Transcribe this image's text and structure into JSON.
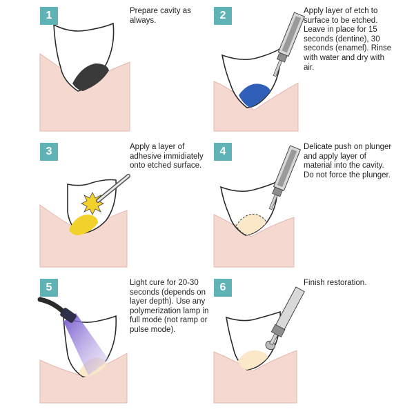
{
  "steps": [
    {
      "number": "1",
      "text": "Prepare cavity as always."
    },
    {
      "number": "2",
      "text": "Apply layer of etch to surface to be etched. Leave in place for 15 seconds (dentine), 30 seconds (enamel). Rinse with water and dry with air."
    },
    {
      "number": "3",
      "text": "Apply a layer of adhesive immidiately onto etched surface."
    },
    {
      "number": "4",
      "text": "Delicate push on plunger and apply layer of material into the cavity. Do not force the plunger."
    },
    {
      "number": "5",
      "text": "Light cure for 20-30 seconds (depends on layer depth). Use any polymerization lamp in full mode (not ramp or pulse mode)."
    },
    {
      "number": "6",
      "text": "Finish restoration."
    }
  ],
  "colors": {
    "badge": "#5fb2b6",
    "gum": "#f5d8d0",
    "etch": "#2f5fb8",
    "adhesive": "#f2d12a",
    "cavity_prepared": "#3a3a3a",
    "restoration": "#fbe8c8",
    "lamp_light": "#8b6fd0",
    "instrument": "#9a9a9a"
  },
  "icons": [
    "tooth-icon",
    "syringe-icon",
    "applicator-brush-icon",
    "curing-lamp-icon",
    "finishing-bur-icon"
  ]
}
